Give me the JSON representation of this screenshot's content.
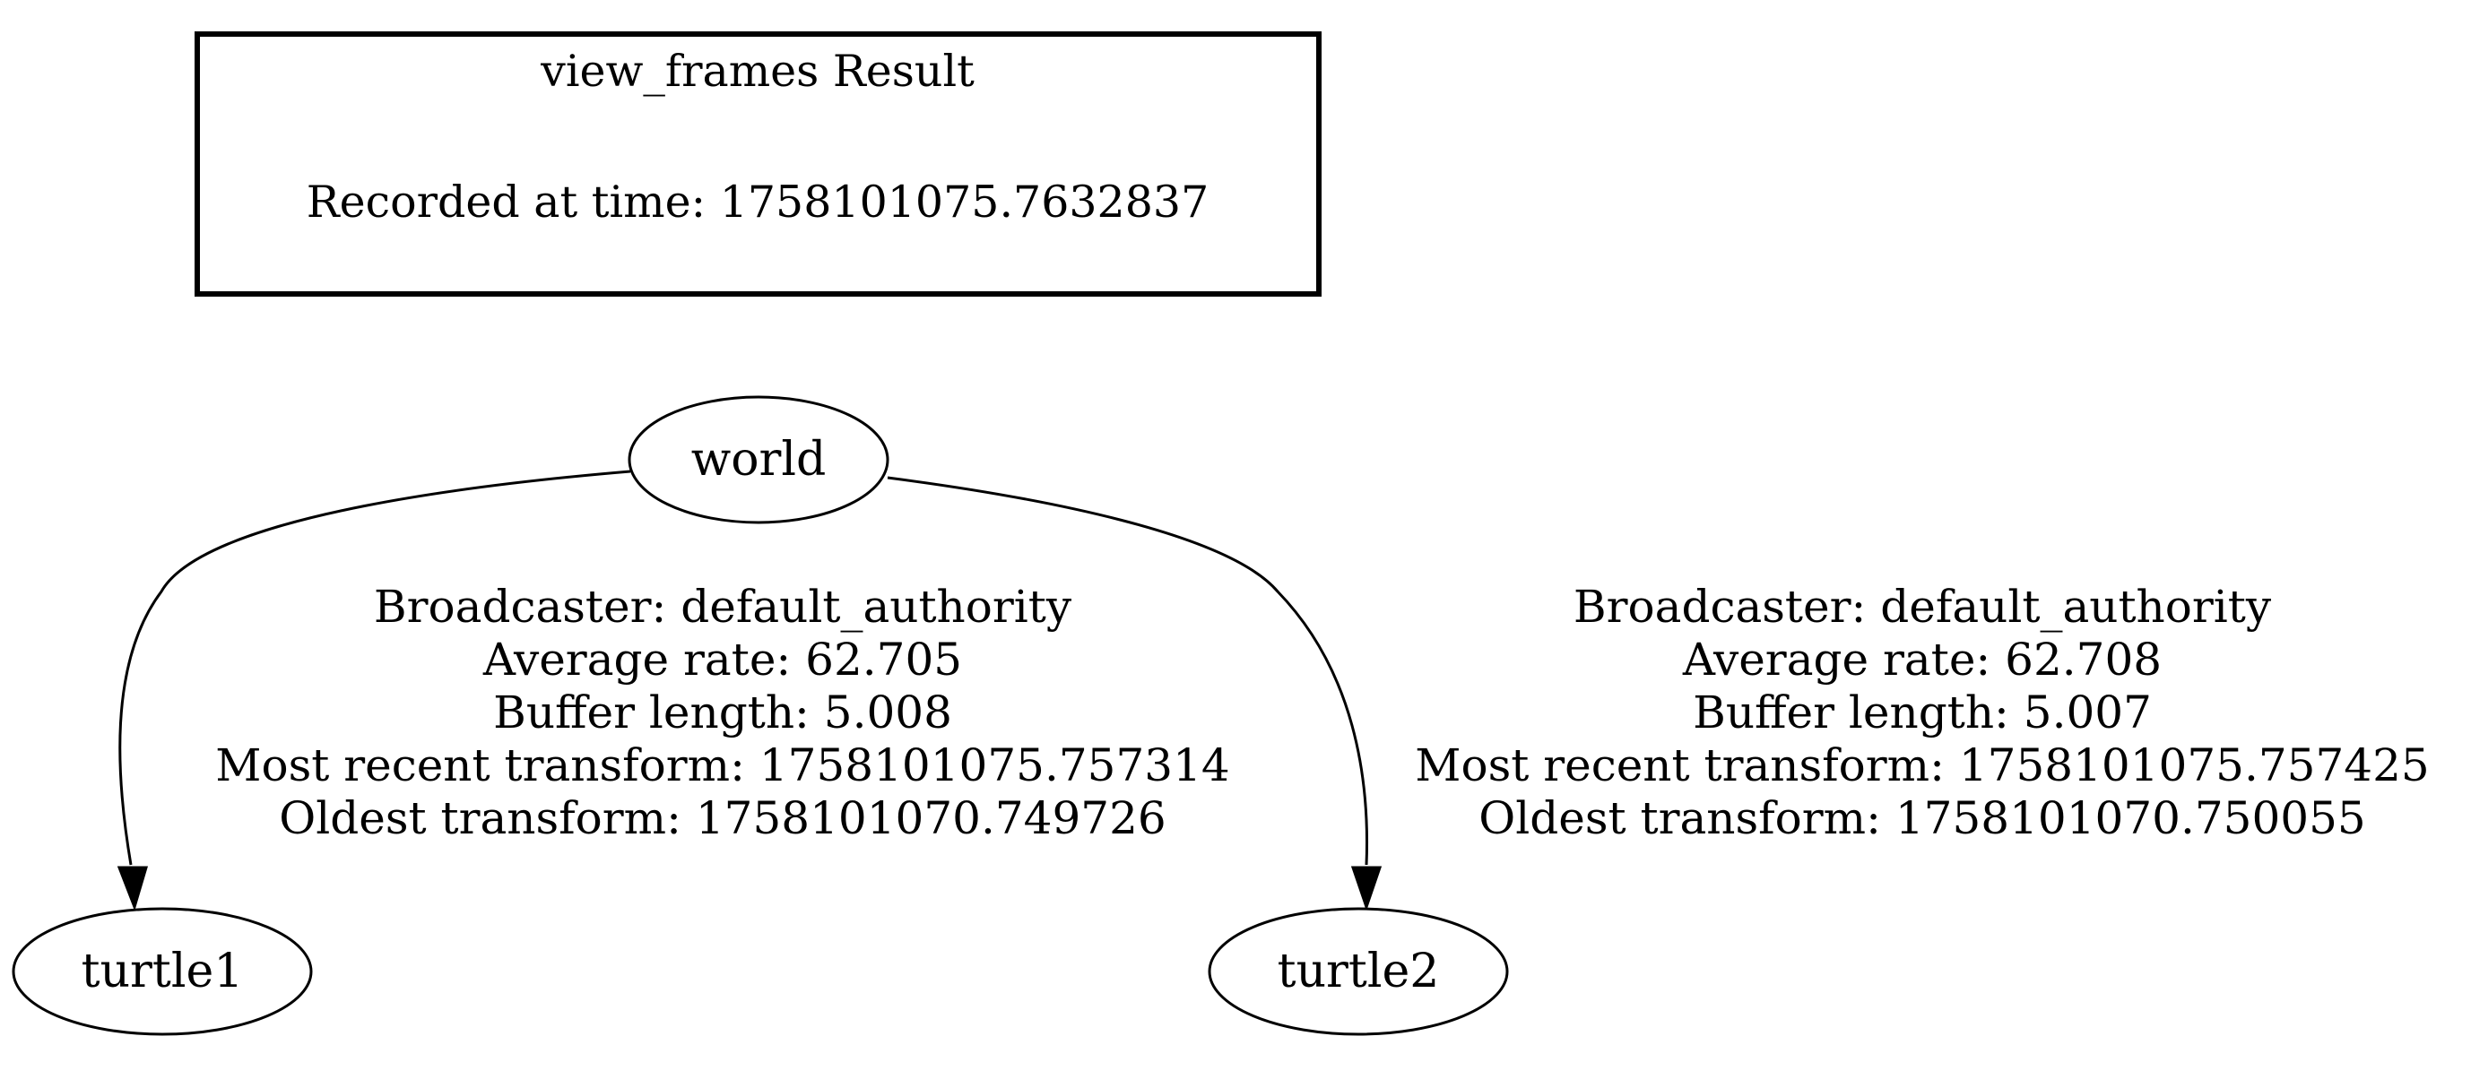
{
  "header": {
    "title": "view_frames Result",
    "recorded": "Recorded at time: 1758101075.7632837"
  },
  "nodes": {
    "world": "world",
    "turtle1": "turtle1",
    "turtle2": "turtle2"
  },
  "edges": [
    {
      "from": "world",
      "to": "turtle1",
      "broadcaster": "Broadcaster: default_authority",
      "rate": "Average rate: 62.705",
      "buffer": "Buffer length: 5.008",
      "recent": "Most recent transform: 1758101075.757314",
      "oldest": "Oldest transform: 1758101070.749726"
    },
    {
      "from": "world",
      "to": "turtle2",
      "broadcaster": "Broadcaster: default_authority",
      "rate": "Average rate: 62.708",
      "buffer": "Buffer length: 5.007",
      "recent": "Most recent transform: 1758101075.757425",
      "oldest": "Oldest transform: 1758101070.750055"
    }
  ]
}
